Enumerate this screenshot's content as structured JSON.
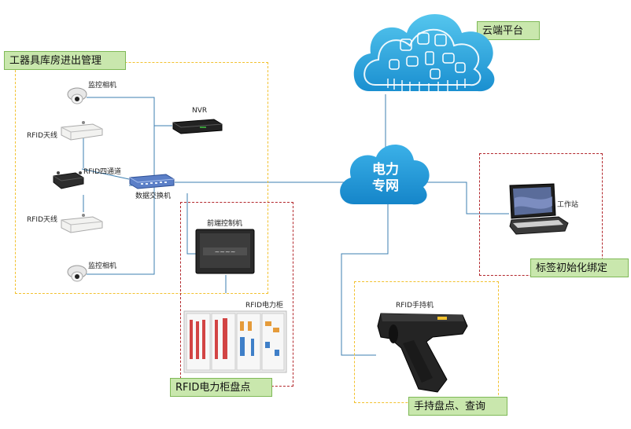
{
  "colors": {
    "yellow_dash": "#f2c12e",
    "red_dash": "#b3282d",
    "line": "#3d7fb1",
    "cloud": "#1f9bd9",
    "tag_fill": "#c9e7ad",
    "tag_border": "#7fb957"
  },
  "regions": {
    "warehouse": "工器具库房进出管理",
    "cabinet_check": "RFID电力柜盘点",
    "handheld_check": "手持盘点、查询",
    "tag_binding": "标签初始化绑定",
    "cloud": "云端平台"
  },
  "network": {
    "line1": "电力",
    "line2": "专网"
  },
  "devices": {
    "camera_top": "监控相机",
    "antenna_top": "RFID天线",
    "reader": "RFID四通道",
    "switch": "数据交换机",
    "antenna_bottom": "RFID天线",
    "camera_bottom": "监控相机",
    "nvr": "NVR",
    "front_controller": "前端控制机",
    "power_cabinet": "RFID电力柜",
    "handheld": "RFID手持机",
    "workstation": "工作站"
  },
  "icons": [
    "camera-icon",
    "antenna-icon",
    "rfid-reader-icon",
    "network-switch-icon",
    "nvr-icon",
    "monitor-icon",
    "cabinet-icon",
    "handheld-reader-icon",
    "workstation-icon",
    "cloud-icon"
  ]
}
